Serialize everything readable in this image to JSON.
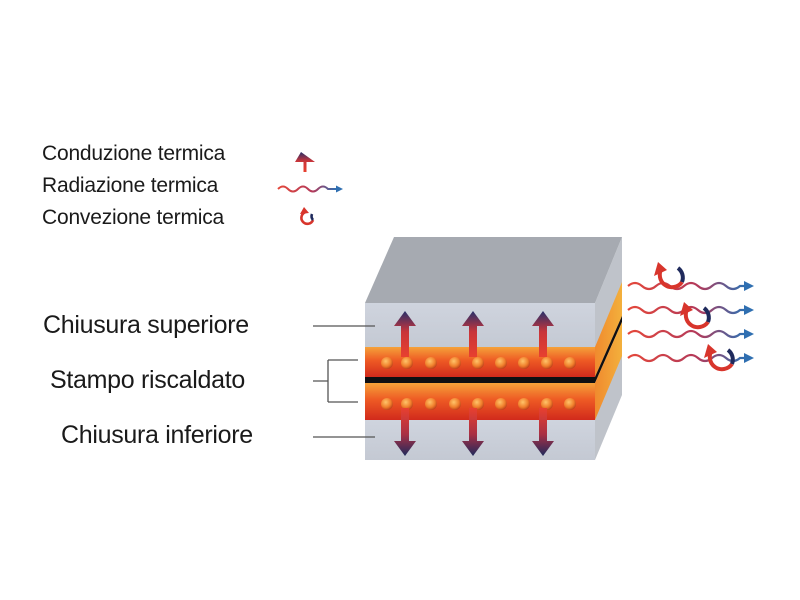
{
  "legend": {
    "conduction": "Conduzione termica",
    "radiation": "Radiazione termica",
    "convection": "Convezione termica"
  },
  "layers": {
    "top": "Chiusura superiore",
    "mold": "Stampo riscaldato",
    "bottom": "Chiusura inferiore"
  },
  "colors": {
    "block_face": "#cdd2dc",
    "block_top": "#a4a8ae",
    "block_side": "#bcc0c6",
    "heat_orange": "#f2772b",
    "heat_red": "#d42f1f",
    "arrow_red": "#e03a30",
    "arrow_navy": "#1f2a5c",
    "wave_blue": "#2f6fb1"
  },
  "icons": [
    "conduction-arrow-icon",
    "radiation-wave-icon",
    "convection-swirl-icon"
  ]
}
